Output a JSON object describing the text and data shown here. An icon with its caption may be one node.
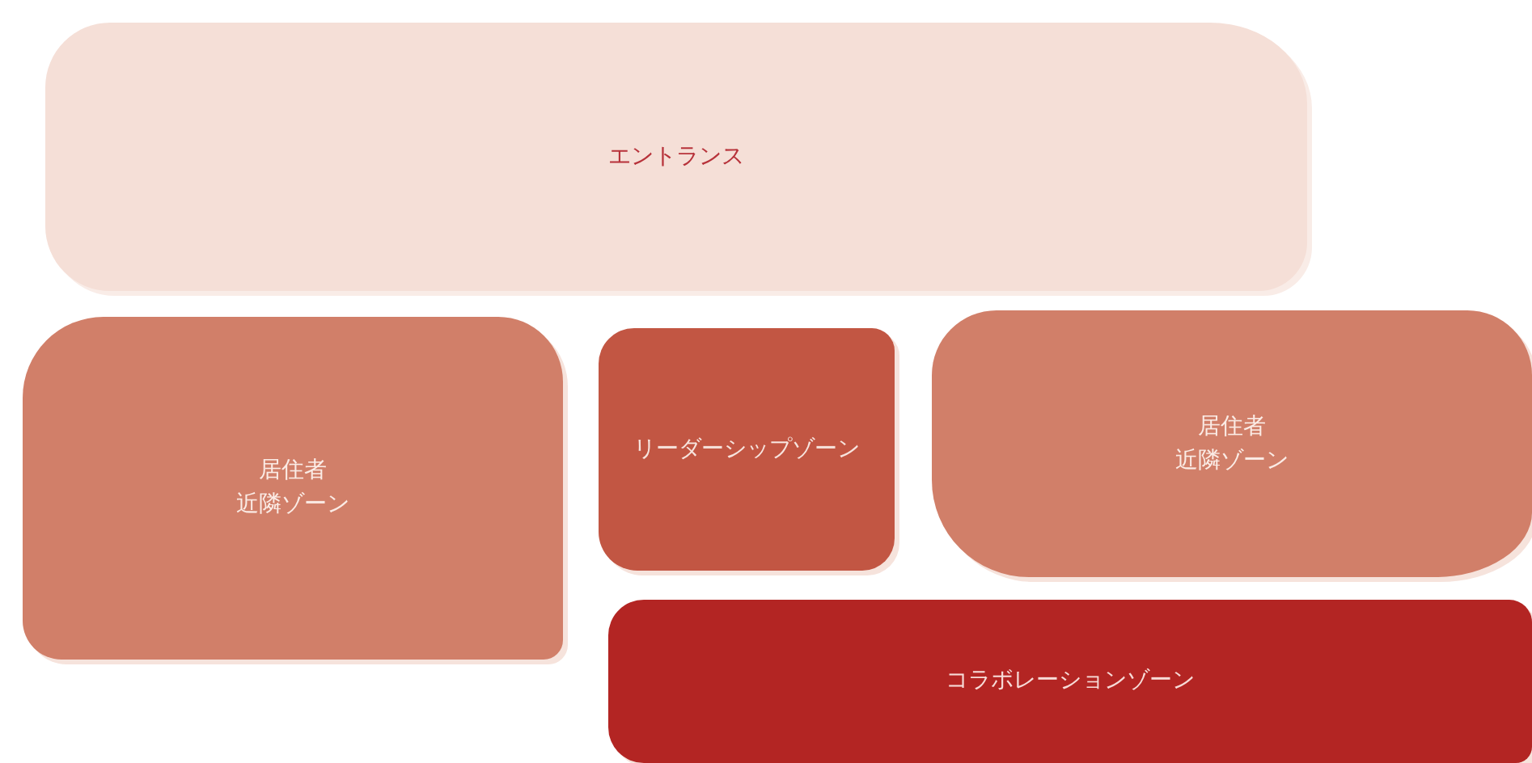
{
  "diagram": {
    "nodes": [
      {
        "text": [
          "エントランス"
        ]
      },
      {
        "text": [
          "居住者",
          "近隣ゾーン"
        ]
      },
      {
        "text": [
          "リーダーシップゾーン"
        ]
      },
      {
        "text": [
          "居住者",
          "近隣ゾーン"
        ]
      },
      {
        "text": [
          "コラボレーションゾーン"
        ]
      }
    ]
  }
}
